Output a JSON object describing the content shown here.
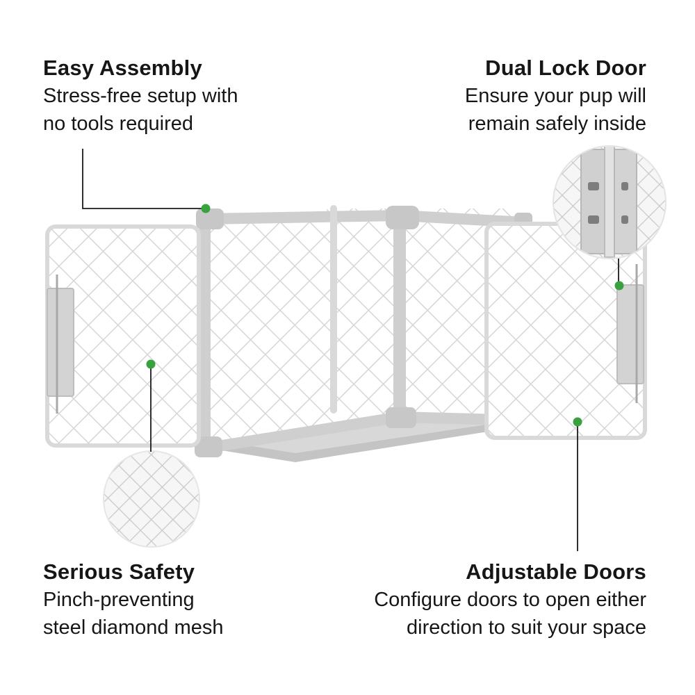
{
  "callouts": {
    "easy_assembly": {
      "title": "Easy Assembly",
      "lines": [
        "Stress-free setup with",
        "no tools required"
      ]
    },
    "dual_lock_door": {
      "title": "Dual Lock Door",
      "lines": [
        "Ensure your pup will",
        "remain safely inside"
      ]
    },
    "serious_safety": {
      "title": "Serious Safety",
      "lines": [
        "Pinch-preventing",
        "steel diamond mesh"
      ]
    },
    "adjustable_doors": {
      "title": "Adjustable Doors",
      "lines": [
        "Configure doors to open either",
        "direction to suit your space"
      ]
    }
  },
  "colors": {
    "accent_dot": "#3aa13f",
    "text": "#161616",
    "frame": "#cfcfcf",
    "mesh": "#dcdcdc"
  },
  "icons": {
    "marker": "green-dot-icon",
    "zoom_mesh": "mesh-zoom-icon",
    "zoom_lock": "lock-zoom-icon"
  }
}
